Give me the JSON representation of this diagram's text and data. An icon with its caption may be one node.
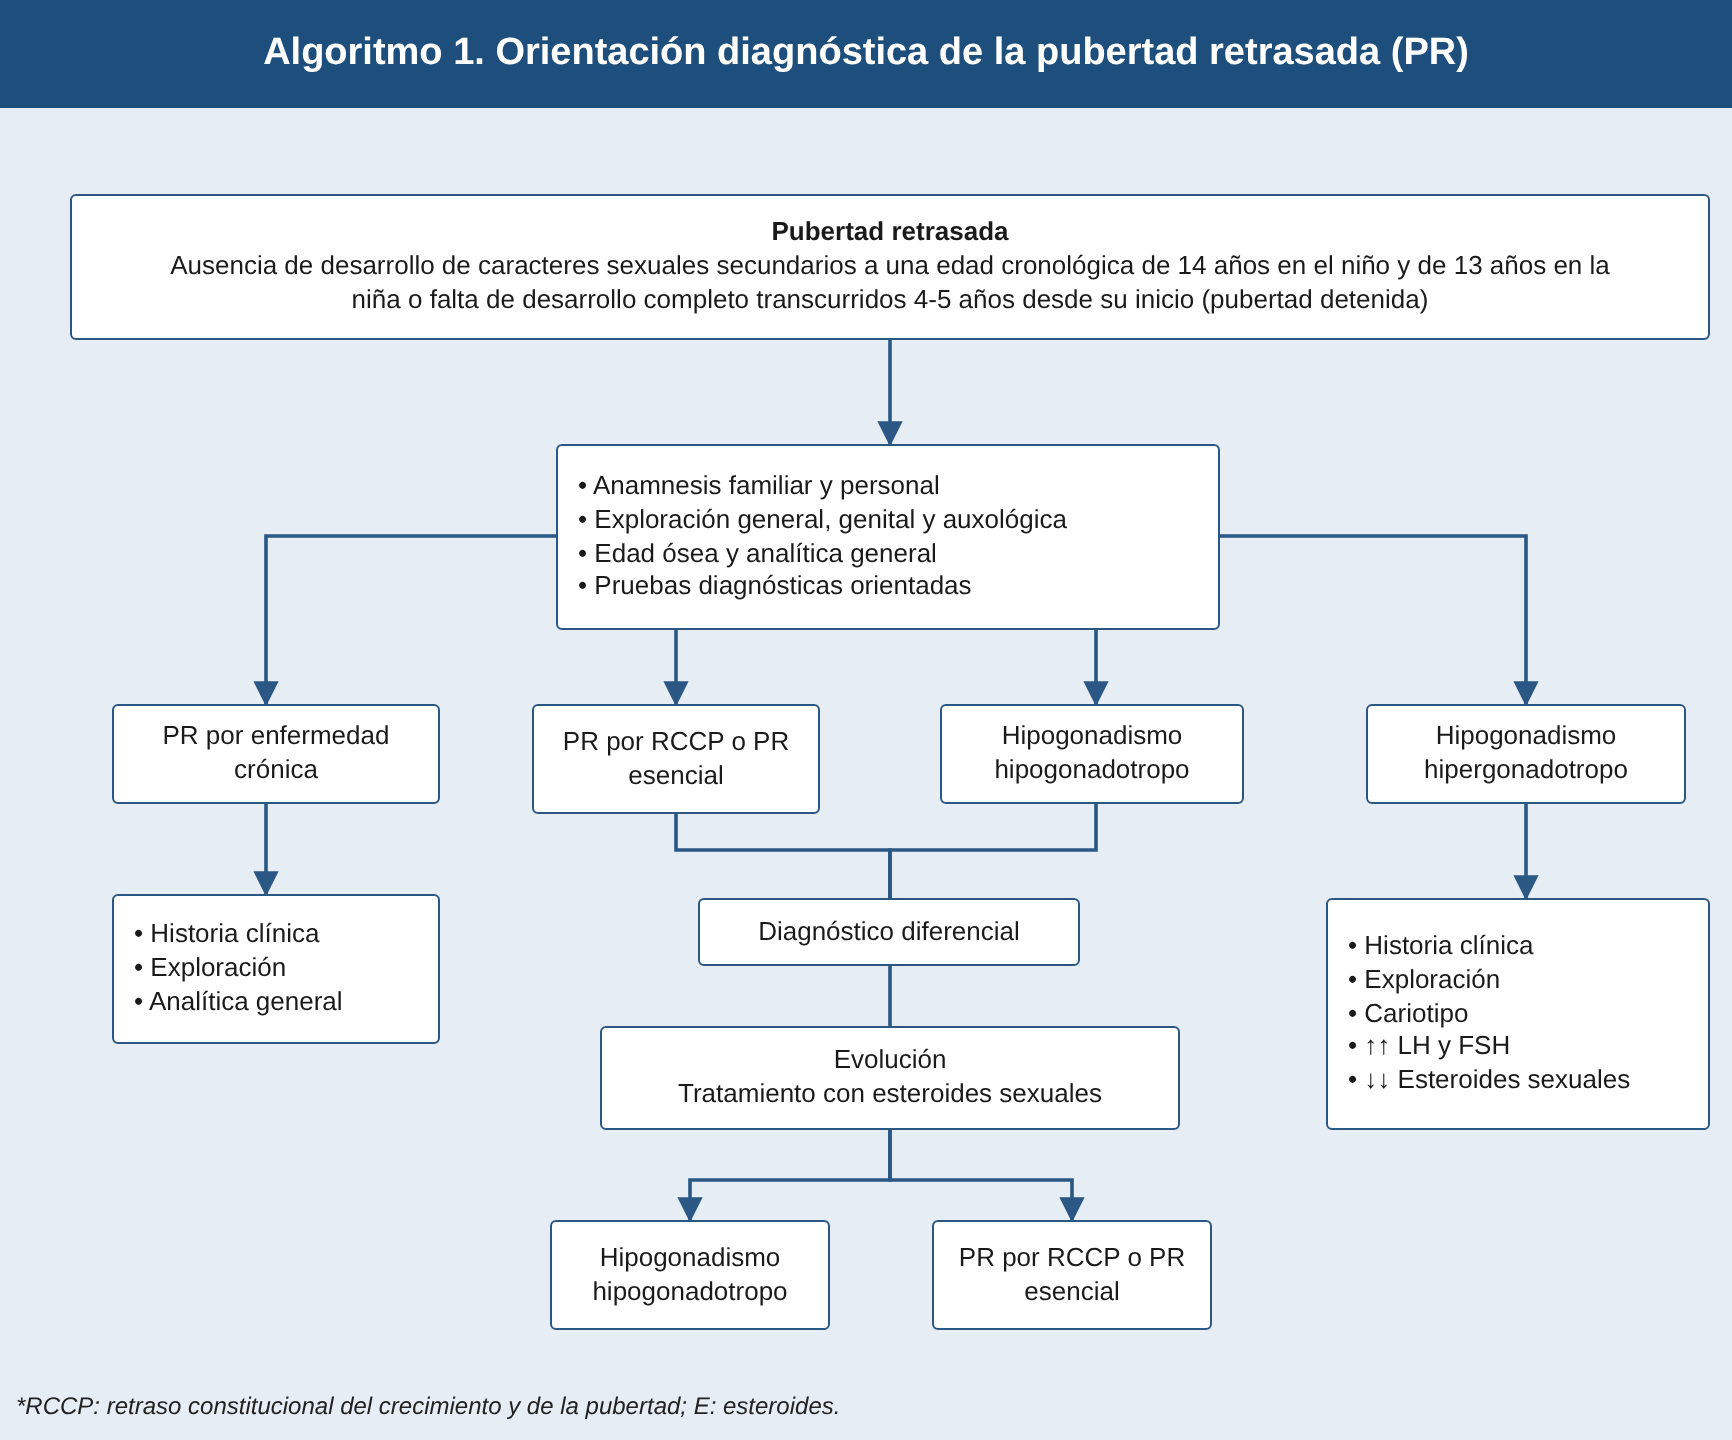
{
  "diagram": {
    "title": "Algoritmo 1. Orientación diagnóstica de la pubertad retrasada (PR)",
    "caption": "*RCCP: retraso constitucional del crecimiento y de la pubertad; E: esteroides.",
    "nodes": [
      {
        "text": [
          "Pubertad retrasada",
          "Ausencia de desarrollo de caracteres sexuales secundarios a una edad cronológica de 14 años en el niño y de 13 años en la niña o falta de desarrollo completo transcurridos 4-5 años desde su inicio (pubertad detenida)"
        ]
      },
      {
        "text": [
          "• Anamnesis familiar y personal",
          "• Exploración general, genital y auxológica",
          "• Edad ósea y analítica general",
          "• Pruebas diagnósticas orientadas"
        ]
      },
      {
        "text": [
          "PR por enfermedad crónica"
        ]
      },
      {
        "text": [
          "PR por RCCP o PR esencial"
        ]
      },
      {
        "text": [
          "Hipogonadismo hipogonadotropo"
        ]
      },
      {
        "text": [
          "Hipogonadismo hipergonadotropo"
        ]
      },
      {
        "text": [
          "• Historia clínica",
          "• Exploración",
          "• Analítica general"
        ]
      },
      {
        "text": [
          "Diagnóstico diferencial"
        ]
      },
      {
        "text": [
          "Evolución",
          "Tratamiento con esteroides sexuales"
        ]
      },
      {
        "text": [
          "• Historia clínica",
          "• Exploración",
          "• Cariotipo",
          "• ↑↑ LH y FSH",
          "• ↓↓ Esteroides sexuales"
        ]
      },
      {
        "text": [
          "Hipogonadismo hipogonadotropo"
        ]
      },
      {
        "text": [
          "PR por RCCP o PR esencial"
        ]
      }
    ],
    "edges": [
      {
        "from": 0,
        "to": 1,
        "arrow": "to"
      },
      {
        "from": 1,
        "to": 2,
        "arrow": "to"
      },
      {
        "from": 1,
        "to": 3,
        "arrow": "to"
      },
      {
        "from": 1,
        "to": 4,
        "arrow": "to"
      },
      {
        "from": 1,
        "to": 5,
        "arrow": "to"
      },
      {
        "from": 2,
        "to": 6,
        "arrow": "to"
      },
      {
        "from": 3,
        "to": 7,
        "arrow": "none"
      },
      {
        "from": 4,
        "to": 7,
        "arrow": "none"
      },
      {
        "from": 7,
        "to": 8,
        "arrow": "none"
      },
      {
        "from": 8,
        "to": 10,
        "arrow": "to"
      },
      {
        "from": 8,
        "to": 11,
        "arrow": "to"
      },
      {
        "from": 5,
        "to": 9,
        "arrow": "to"
      }
    ]
  }
}
